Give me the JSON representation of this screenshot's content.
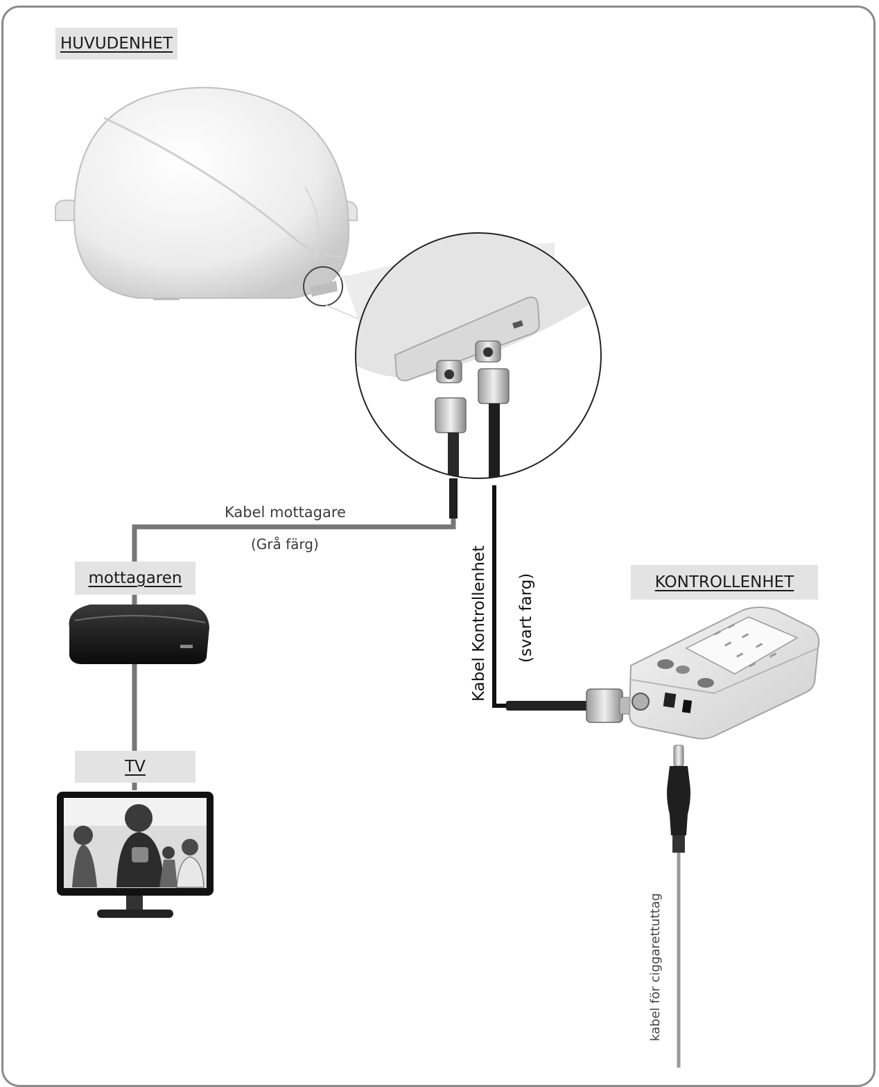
{
  "labels": {
    "main_unit": "HUVUDENHET",
    "receiver": "mottagaren",
    "tv": "TV",
    "control_unit": "KONTROLLENHET"
  },
  "cables": {
    "receiver_cable": "Kabel mottagare",
    "receiver_cable_color": "(Grå färg)",
    "control_cable": "Kabel Kontrollenhet",
    "control_cable_color": "(svart farg)",
    "cigarette_cable": "kabel för ciggarettuttag"
  },
  "colors": {
    "frame": "#8a8a8a",
    "label_bg": "#e3e3e3",
    "grey_cable": "#777777",
    "black_cable": "#111111"
  },
  "icons": [
    "satellite-dome-icon",
    "connector-zoom-icon",
    "receiver-box-icon",
    "tv-monitor-icon",
    "control-unit-icon",
    "dc-plug-icon"
  ]
}
